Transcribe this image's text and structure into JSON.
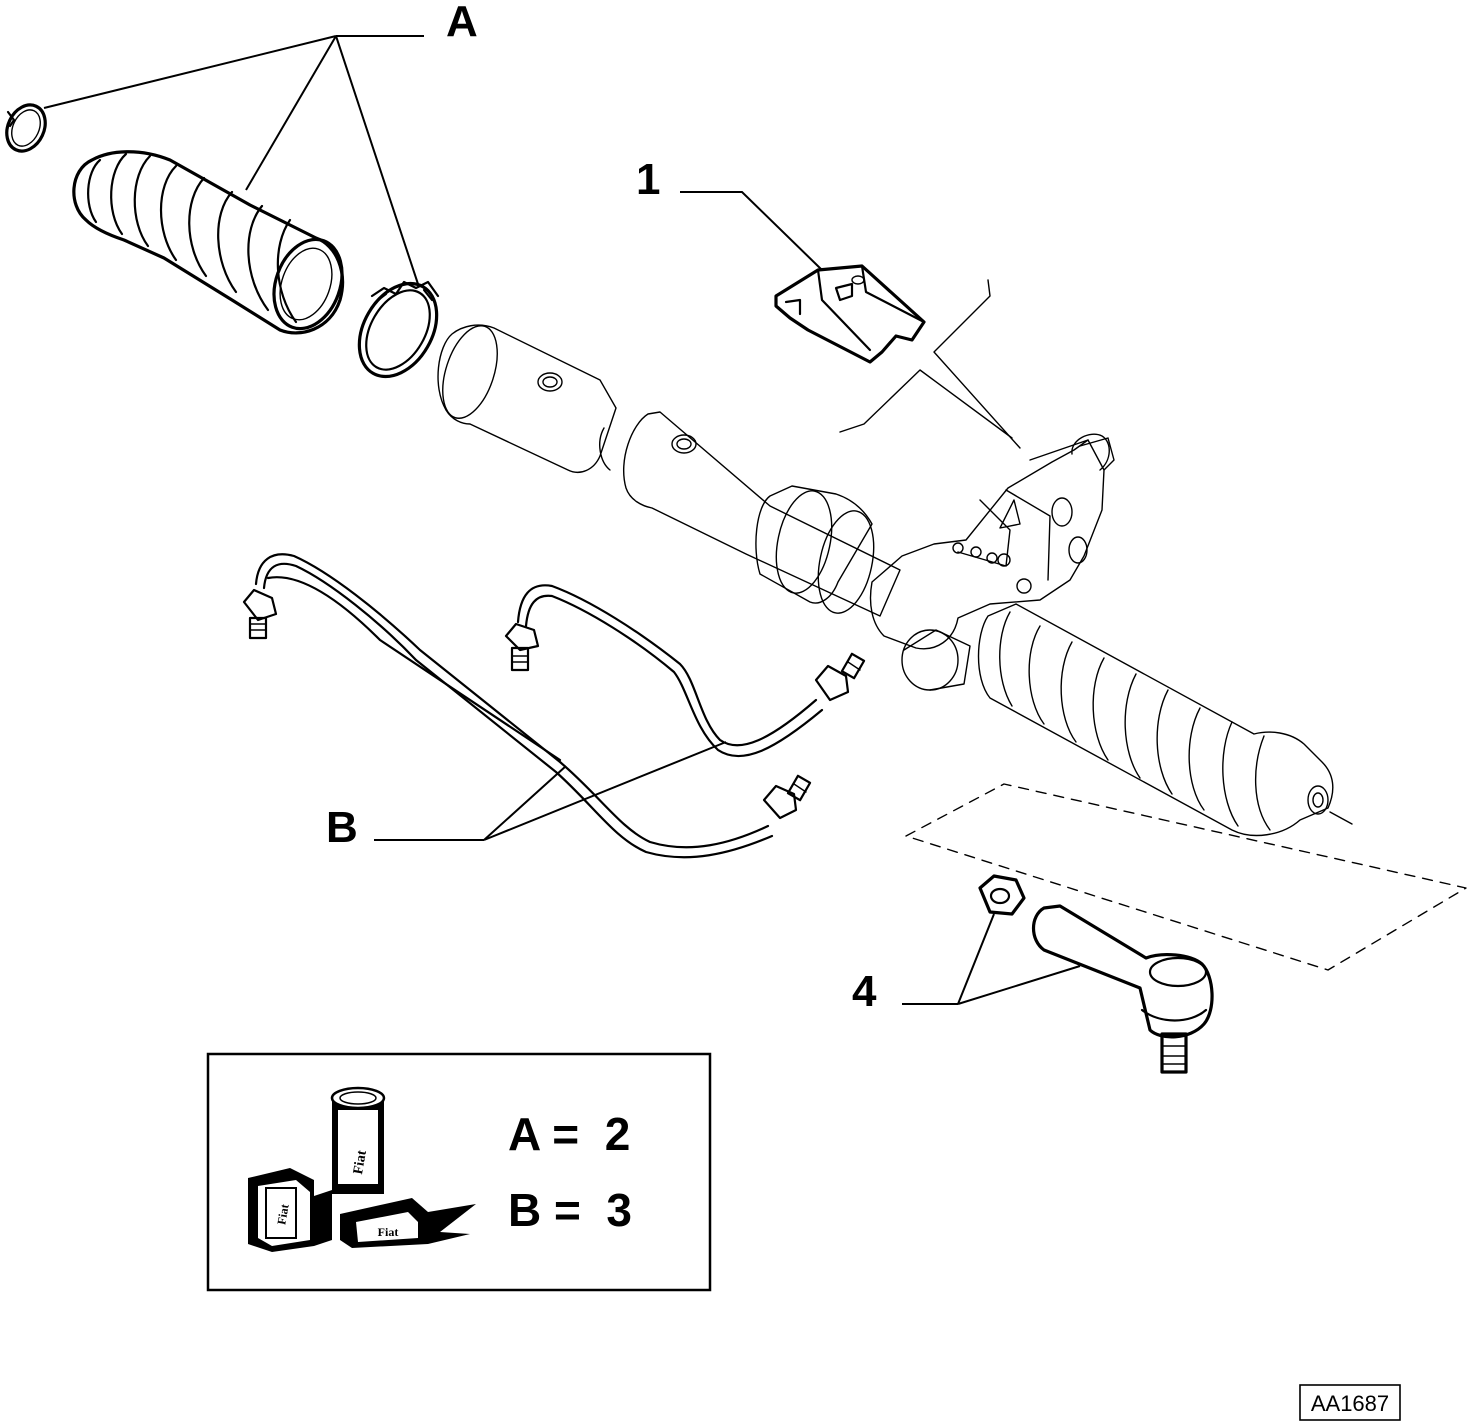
{
  "callouts": {
    "A": "A",
    "B": "B",
    "part_1": "1",
    "part_4": "4"
  },
  "kit_box": {
    "line_a": "A =  2",
    "line_b": "B =  3",
    "brand_label": "Fiat"
  },
  "reference_code": "AA1687",
  "colors": {
    "ink": "#000000",
    "paper": "#ffffff"
  }
}
